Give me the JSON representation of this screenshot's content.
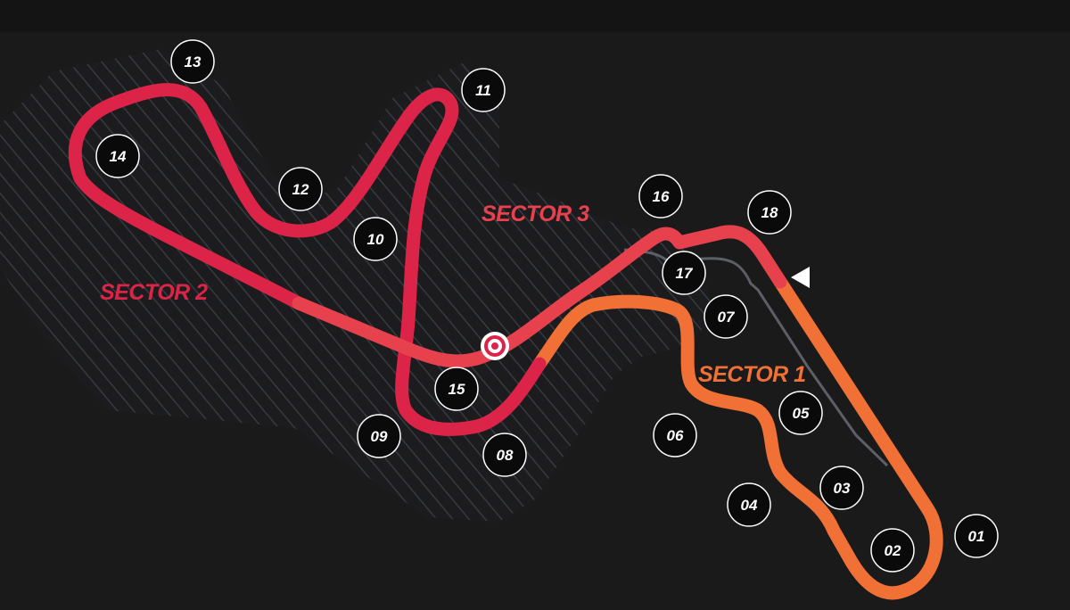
{
  "map": {
    "sectors": [
      {
        "id": "s1",
        "label": "SECTOR 1",
        "color": "#f07035"
      },
      {
        "id": "s2",
        "label": "SECTOR 2",
        "color": "#dc2348"
      },
      {
        "id": "s3",
        "label": "SECTOR 3",
        "color": "#e8414e"
      }
    ],
    "corners": [
      "01",
      "02",
      "03",
      "04",
      "05",
      "06",
      "07",
      "08",
      "09",
      "10",
      "11",
      "12",
      "13",
      "14",
      "15",
      "16",
      "17",
      "18"
    ],
    "colors": {
      "background": "#1a1a1a",
      "hatch": "#3a4048",
      "pit_lane": "#5c5f66",
      "marker_fill": "#0a0a0a",
      "marker_stroke": "#ffffff"
    },
    "icons": {
      "start_finish": "triangle-left-icon",
      "target": "target-icon"
    }
  }
}
